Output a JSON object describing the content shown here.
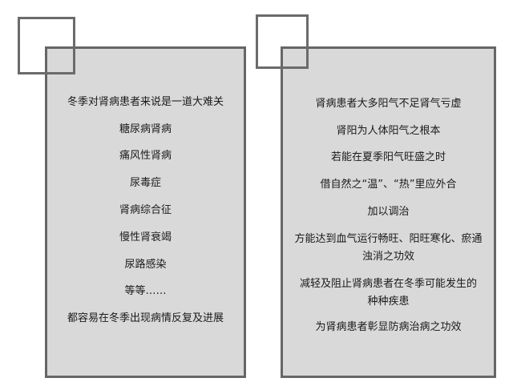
{
  "left_card": {
    "lines": [
      "冬季对肾病患者来说是一道大难关",
      "糖尿病肾病",
      "痛风性肾病",
      "尿毒症",
      "肾病综合征",
      "慢性肾衰竭",
      "尿路感染",
      "等等……",
      "都容易在冬季出现病情反复及进展"
    ]
  },
  "right_card": {
    "lines": [
      "肾病患者大多阳气不足肾气亏虚",
      "肾阳为人体阳气之根本",
      "若能在夏季阳气旺盛之时",
      "借自然之“温”、“热”里应外合",
      "加以调治",
      "方能达到血气运行畅旺、阳旺寒化、瘀通",
      "浊消之功效",
      "减轻及阻止肾病患者在冬季可能发生的",
      "种种疾患",
      "为肾病患者彰显防病治病之功效"
    ]
  }
}
